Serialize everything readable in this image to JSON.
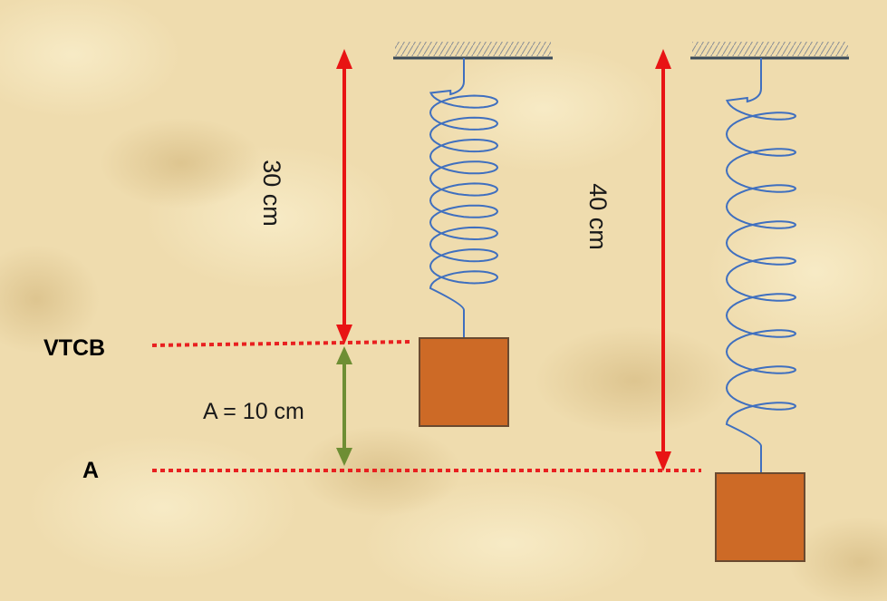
{
  "labels": {
    "equilibrium": "VTCB",
    "amplitude_level": "A",
    "amplitude_value": "A = 10 cm",
    "length_rest": "30 cm",
    "length_stretched": "40 cm"
  },
  "colors": {
    "background": "#efdcae",
    "spring": "#3f6fbf",
    "block": "#cd6a26",
    "block_border": "#6a4a30",
    "arrow_red": "#e81414",
    "arrow_green": "#6e8e34",
    "dotted_line": "#e82020",
    "ceiling": "#3a4a58"
  }
}
